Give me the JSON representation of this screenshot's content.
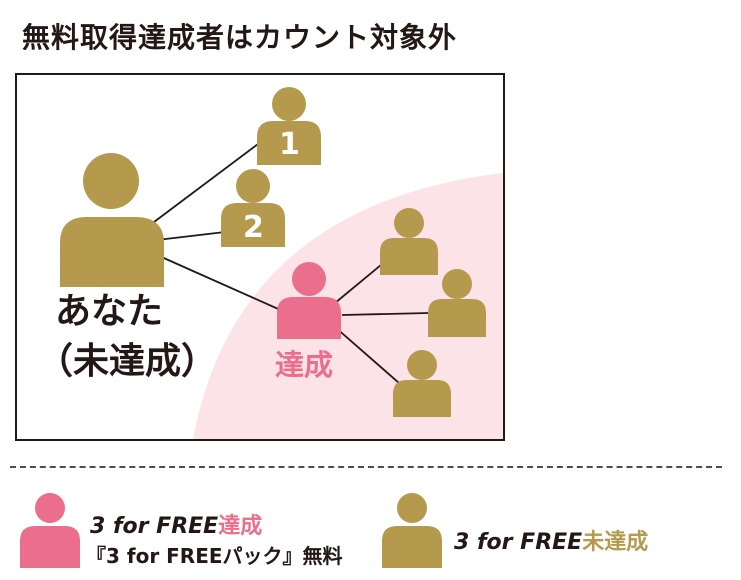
{
  "title": "無料取得達成者はカウント対象外",
  "diagram": {
    "you_line1": "あなた",
    "you_line2": "（未達成）",
    "achiever_label": "達成",
    "badge_1": "1",
    "badge_2": "2"
  },
  "legend": {
    "achieved_prefix": "3 for FREE",
    "achieved_suffix": "達成",
    "achieved_line2": "『3 for FREEパック』無料",
    "not_achieved_prefix": "3 for FREE",
    "not_achieved_suffix": "未達成"
  },
  "colors": {
    "gold": "#b59a4d",
    "pink": "#eb6e8c",
    "pink_bg": "#fbe3e8",
    "text": "#231815"
  }
}
